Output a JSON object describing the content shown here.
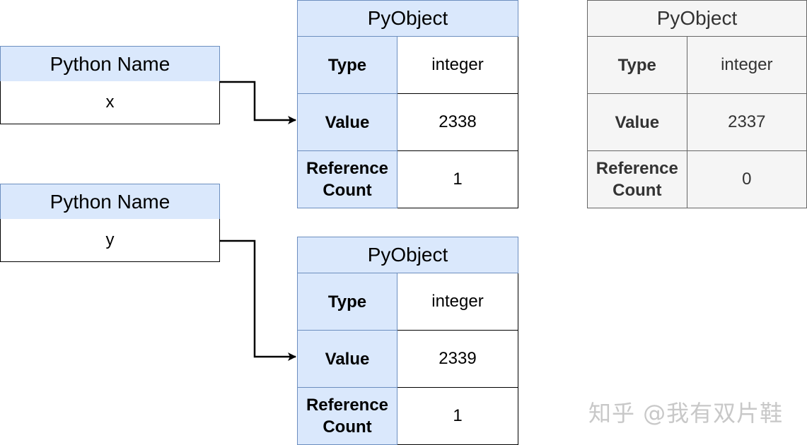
{
  "names": [
    {
      "header": "Python Name",
      "value": "x"
    },
    {
      "header": "Python Name",
      "value": "y"
    }
  ],
  "objects": [
    {
      "title": "PyObject",
      "type_label": "Type",
      "type_value": "integer",
      "value_label": "Value",
      "value": "2338",
      "ref_label_1": "Reference",
      "ref_label_2": "Count",
      "ref_value": "1",
      "style": "active"
    },
    {
      "title": "PyObject",
      "type_label": "Type",
      "type_value": "integer",
      "value_label": "Value",
      "value": "2339",
      "ref_label_1": "Reference",
      "ref_label_2": "Count",
      "ref_value": "1",
      "style": "active"
    },
    {
      "title": "PyObject",
      "type_label": "Type",
      "type_value": "integer",
      "value_label": "Value",
      "value": "2337",
      "ref_label_1": "Reference",
      "ref_label_2": "Count",
      "ref_value": "0",
      "style": "inactive"
    }
  ],
  "watermark": "知乎 @我有双片鞋",
  "colors": {
    "active_fill": "#dae8fc",
    "active_border": "#6c8ebf",
    "inactive_fill": "#f5f5f5",
    "inactive_border": "#666666"
  }
}
